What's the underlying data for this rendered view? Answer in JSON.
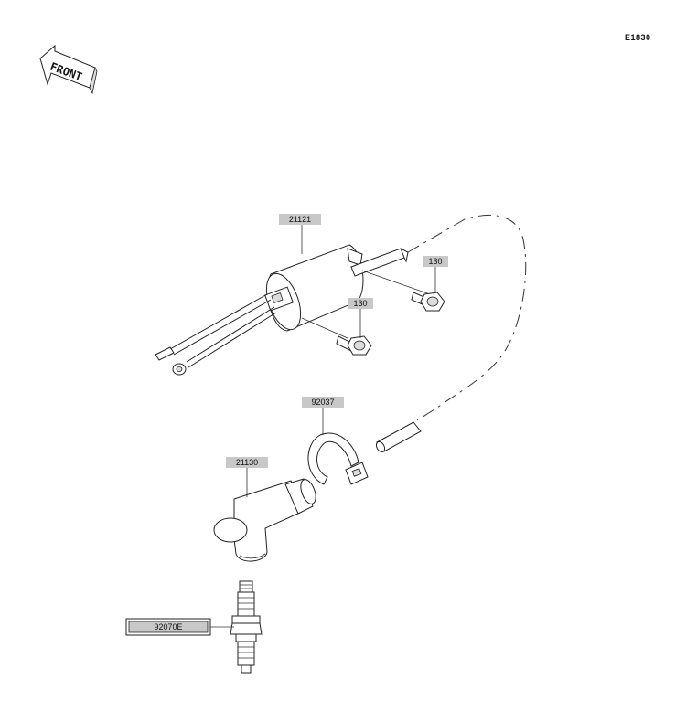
{
  "diagram_code": "E1830",
  "front_indicator": "FRONT",
  "parts": {
    "ignition_coil": "21121",
    "bolt_upper": "130",
    "bolt_lower": "130",
    "clamp": "92037",
    "plug_cap": "21130",
    "spark_plug": "92070E"
  },
  "colors": {
    "label_fill": "#c8c8c8",
    "line": "#222222"
  }
}
